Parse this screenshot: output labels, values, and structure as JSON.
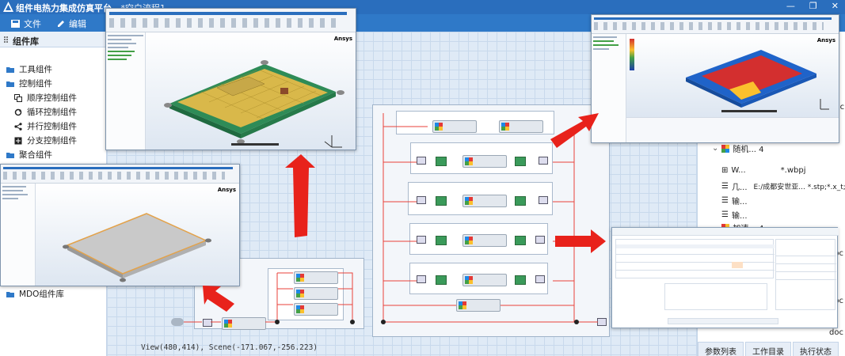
{
  "app": {
    "title": "组件电热力集成仿真平台",
    "subtitle": "- *空白流程1",
    "window_controls": [
      "—",
      "❐",
      "✕"
    ]
  },
  "menu": {
    "file": "文件",
    "edit": "编辑"
  },
  "left_panel": {
    "title": "组件库",
    "items": [
      {
        "label": "工具组件",
        "icon": "folder-icon",
        "level": 0
      },
      {
        "label": "控制组件",
        "icon": "folder-icon",
        "level": 0
      },
      {
        "label": "顺序控制组件",
        "icon": "sequence-icon",
        "level": 1
      },
      {
        "label": "循环控制组件",
        "icon": "loop-icon",
        "level": 1
      },
      {
        "label": "并行控制组件",
        "icon": "parallel-icon",
        "level": 1
      },
      {
        "label": "分支控制组件",
        "icon": "branch-icon",
        "level": 1
      },
      {
        "label": "聚合组件",
        "icon": "folder-icon",
        "level": 0
      }
    ],
    "bottom_item": "MDO组件库"
  },
  "canvas": {
    "status": "View(480,414), Scene(-171.067,-256.223)"
  },
  "ansys": {
    "brand": "Ansys"
  },
  "right_panel": {
    "rows": [
      {
        "label": "随机... 4",
        "indent": 1
      },
      {
        "label": "W...",
        "value": "*.wbpj",
        "indent": 2
      },
      {
        "label": "几...",
        "value": "E:/成都安世亚... *.stp;*.x_t;*.scdoc",
        "indent": 2
      },
      {
        "label": "输...",
        "value": "",
        "indent": 2
      },
      {
        "label": "输...",
        "value": "",
        "indent": 2
      },
      {
        "label": "加速... 4",
        "indent": 1
      }
    ],
    "partial_labels": [
      "sdoc",
      "doc",
      "doc",
      "doc"
    ],
    "tabs": [
      "参数列表",
      "工作目录",
      "执行状态"
    ]
  },
  "colors": {
    "titlebar": "#2a6ebd",
    "menubar": "#2f79c8",
    "arrow": "#e8221b",
    "pcb_green": "#2e8b57",
    "pcb_yellow": "#d9b84a"
  }
}
